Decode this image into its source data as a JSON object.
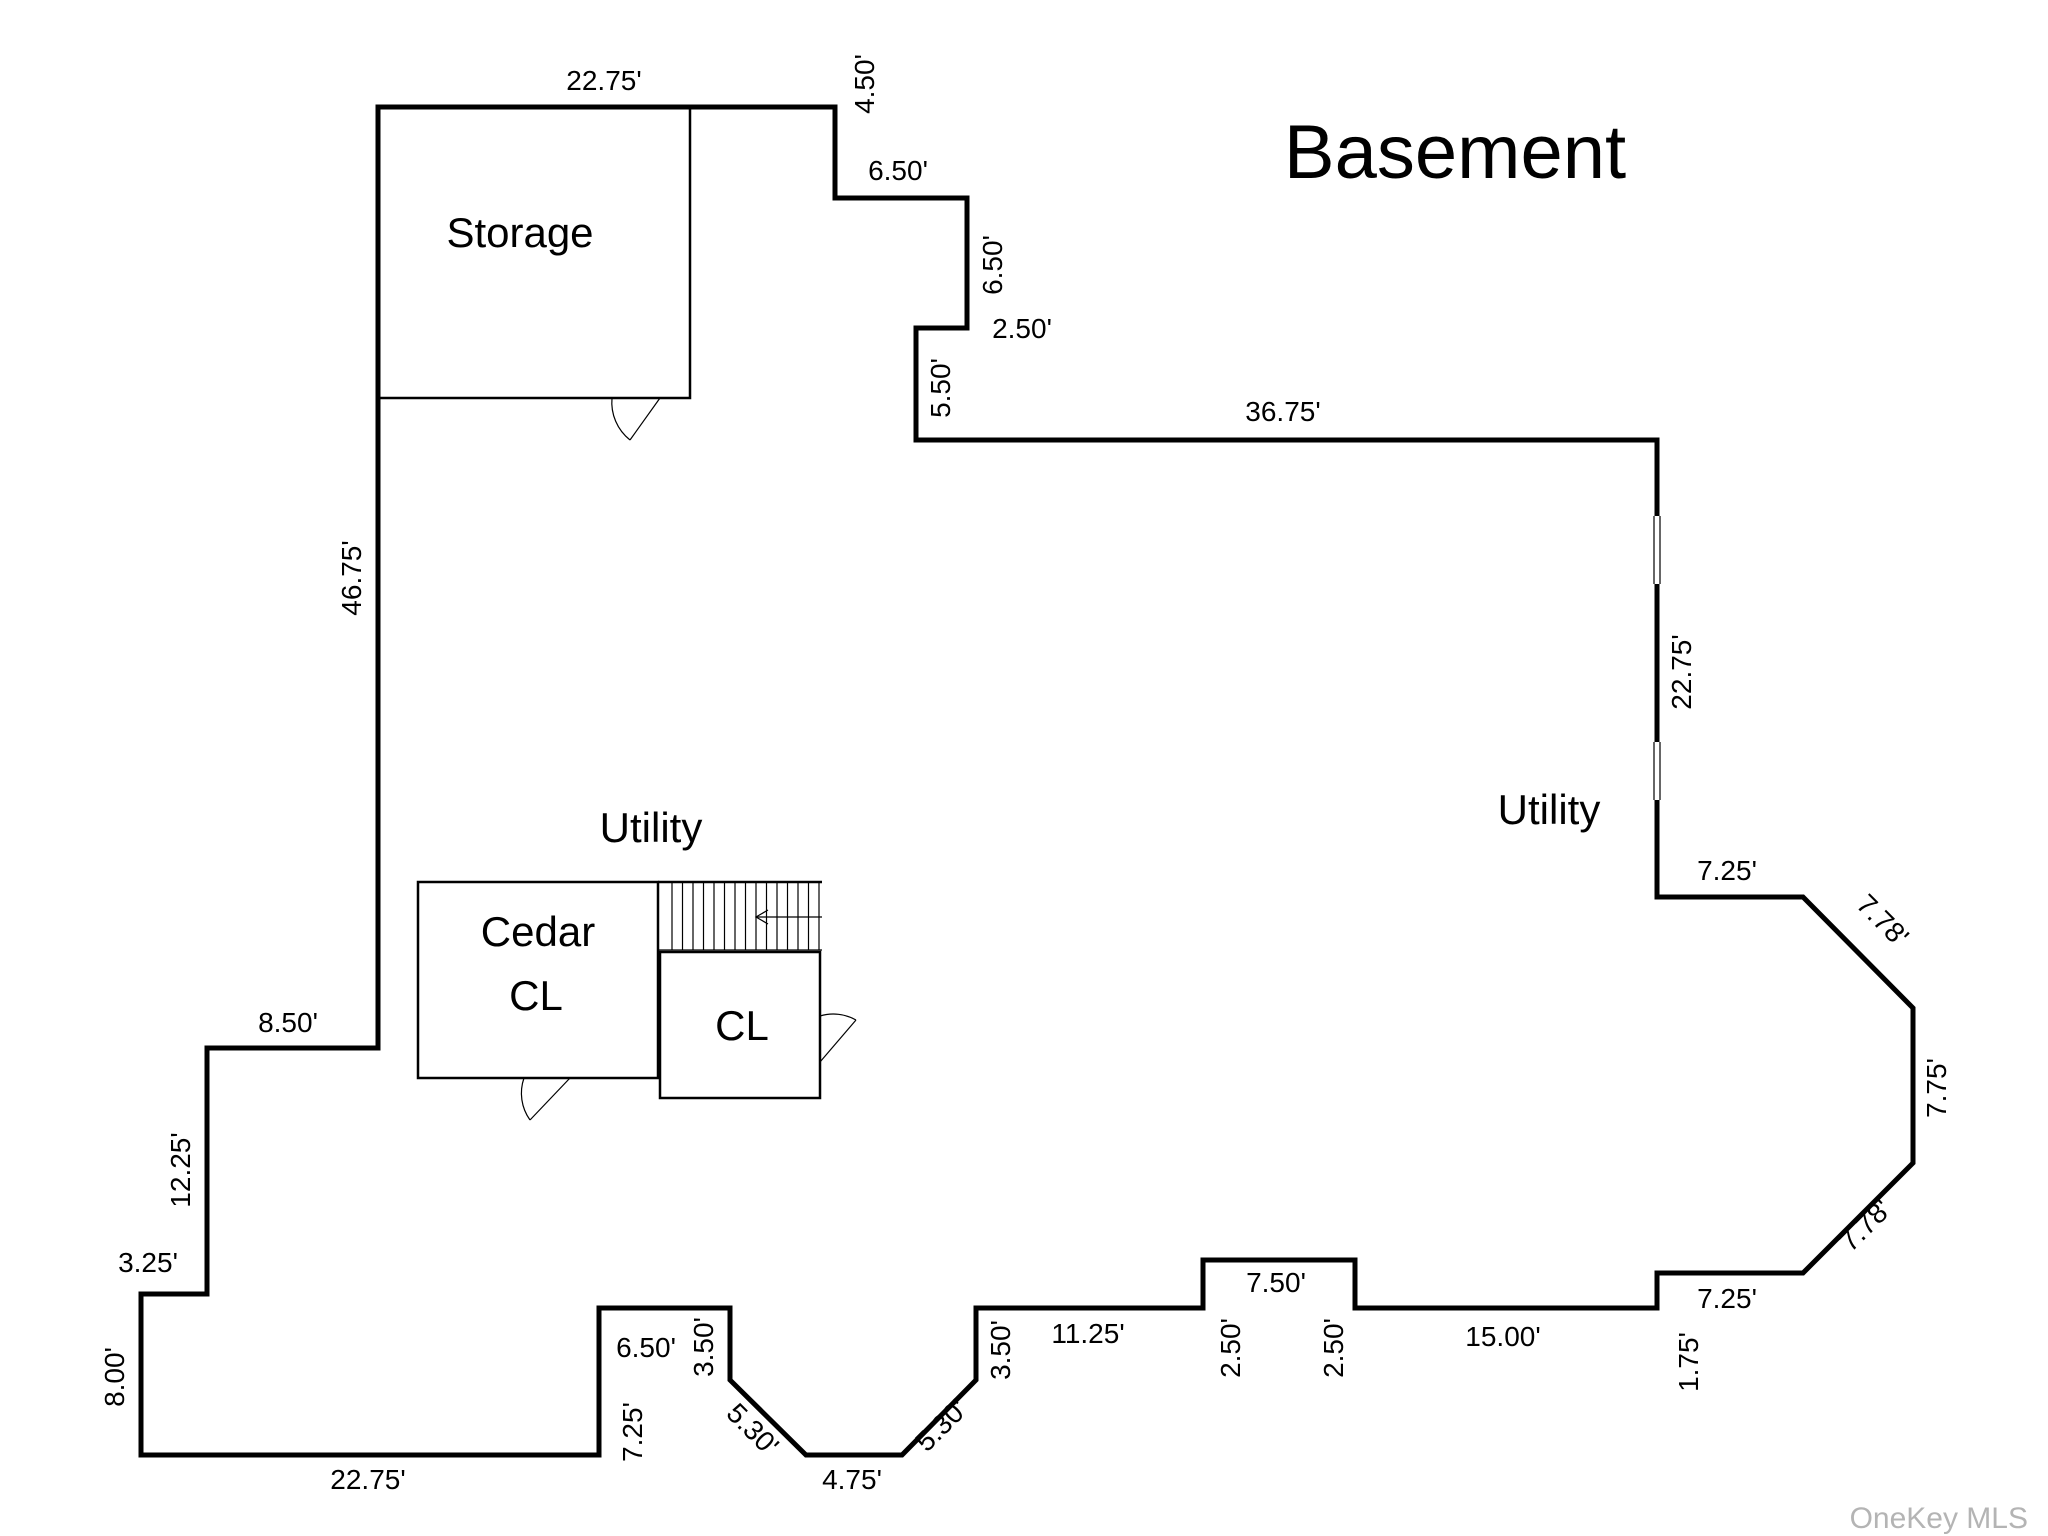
{
  "title": "Basement",
  "rooms": {
    "storage": "Storage",
    "utility_left": "Utility",
    "utility_right": "Utility",
    "cedar_line1": "Cedar",
    "cedar_line2": "CL",
    "closet": "CL"
  },
  "dimensions": {
    "top_storage": "22.75'",
    "top_step_v": "4.50'",
    "step_h1": "6.50'",
    "step_v1": "6.50'",
    "step_h2": "2.50'",
    "step_v2": "5.50'",
    "top_long": "36.75'",
    "right_upper_v": "22.75'",
    "right_jog_h": "7.25'",
    "right_diag_top": "7.78'",
    "right_v": "7.75'",
    "right_diag_bottom": "7.78'",
    "bottom_right_h": "7.25'",
    "bottom_right_jog_v": "1.75'",
    "bottom_15": "15.00'",
    "bump_right_v": "2.50'",
    "bump_h": "7.50'",
    "bump_left_v": "2.50'",
    "bottom_11": "11.25'",
    "notch_right_v": "3.50'",
    "notch_right_diag": "5.30'",
    "notch_bottom": "4.75'",
    "notch_left_diag": "5.30'",
    "notch_left_v": "3.50'",
    "notch_top_h": "6.50'",
    "lower_step_v": "7.25'",
    "bottom_left": "22.75'",
    "left_v": "8.00'",
    "left_jog_h": "3.25'",
    "left_upper_v": "12.25'",
    "left_step_h": "8.50'",
    "left_long_v": "46.75'"
  },
  "watermark": "OneKey MLS"
}
